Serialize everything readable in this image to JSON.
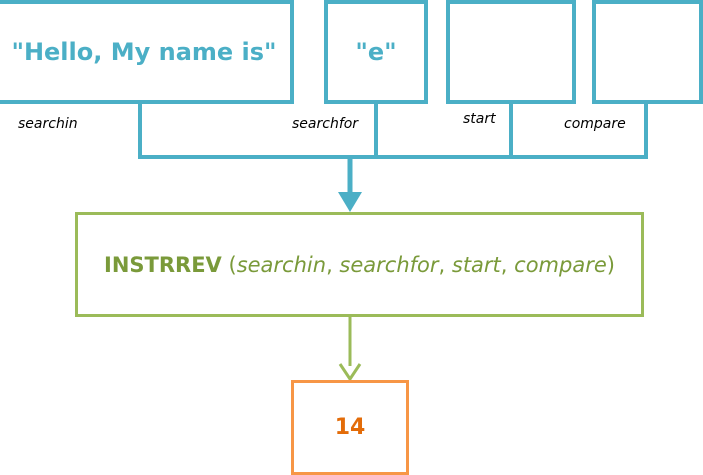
{
  "inputs": [
    {
      "value": "\"Hello, My name is\"",
      "label": "searchin"
    },
    {
      "value": "\"e\"",
      "label": "searchfor"
    },
    {
      "value": "",
      "label": "start"
    },
    {
      "value": "",
      "label": "compare"
    }
  ],
  "function": {
    "name": "INSTRREV",
    "open_paren": " (",
    "args": [
      "searchin",
      "searchfor",
      "start",
      "compare"
    ],
    "separator": ", ",
    "close_paren": ")"
  },
  "result": {
    "value": "14"
  },
  "colors": {
    "input": "#4BAFC6",
    "function": "#9BBB59",
    "result": "#F79646"
  }
}
